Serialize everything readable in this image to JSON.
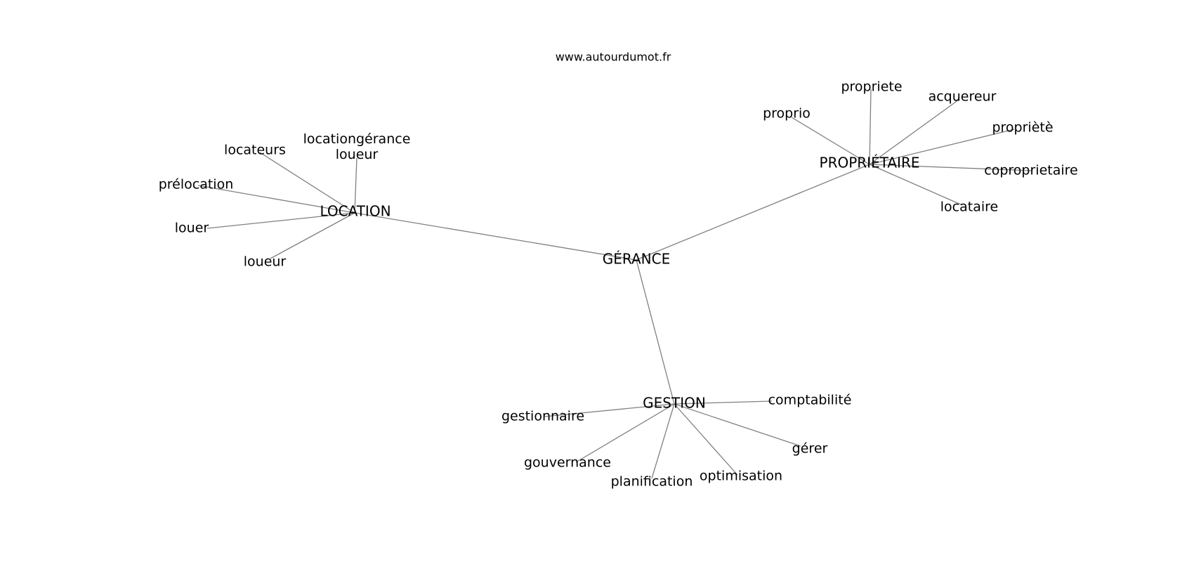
{
  "site": "www.autourdumot.fr",
  "center": "GÉRANCE",
  "clusters": [
    {
      "hub": "LOCATION",
      "words": [
        "locationgérance loueur",
        "locateurs",
        "prélocation",
        "louer",
        "loueur"
      ]
    },
    {
      "hub": "PROPRIÉTAIRE",
      "words": [
        "propriete",
        "acquereur",
        "proprio",
        "propriètè",
        "coproprietaire",
        "locataire"
      ]
    },
    {
      "hub": "GESTION",
      "words": [
        "gestionnaire",
        "comptabilité",
        "gouvernance",
        "gérer",
        "planification",
        "optimisation"
      ]
    }
  ]
}
